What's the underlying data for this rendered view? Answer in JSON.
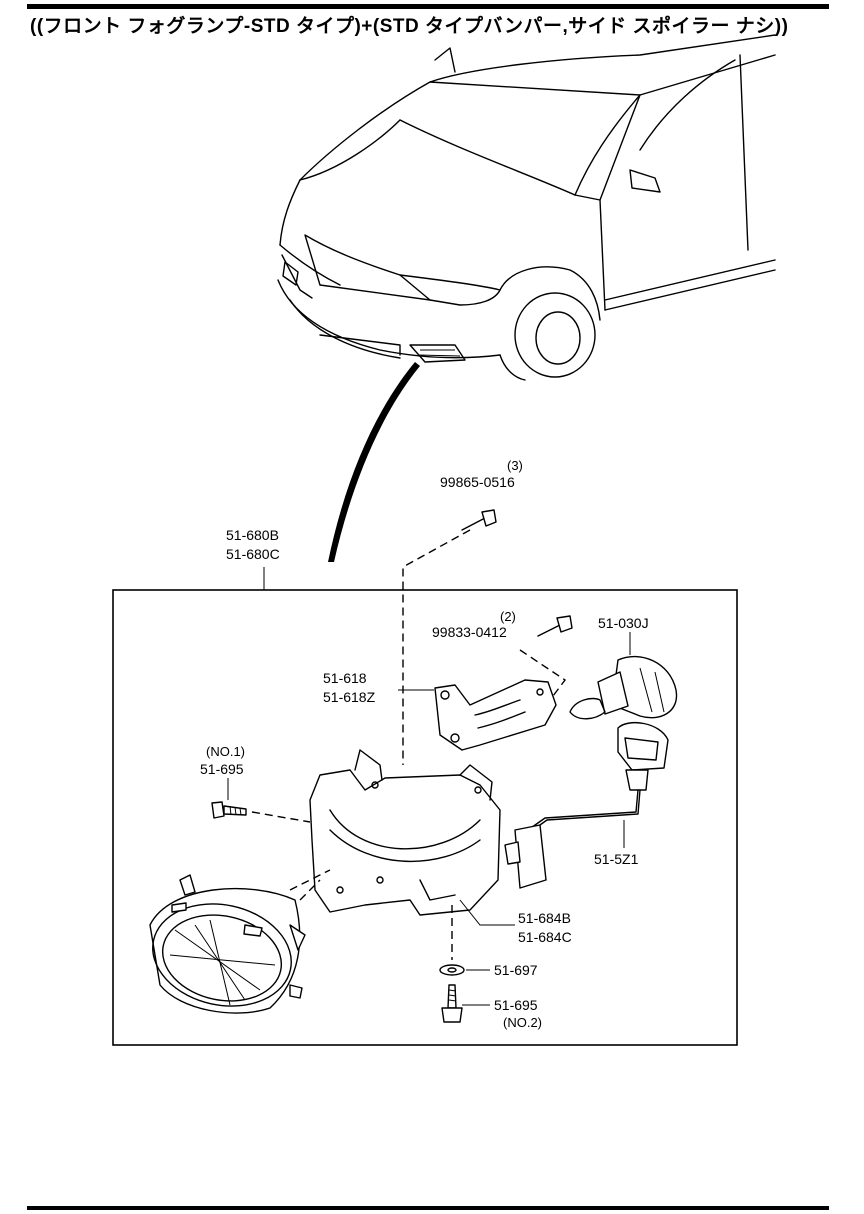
{
  "header": {
    "title": "((フロント フォグランプ-STD タイプ)+(STD タイプバンパー,サイド スポイラー ナシ))"
  },
  "callouts": {
    "assembly": {
      "line1": "51-680B",
      "line2": "51-680C"
    },
    "screw_top": {
      "qty": "(3)",
      "part": "99865-0516"
    },
    "screw_bracket": {
      "qty": "(2)",
      "part": "99833-0412"
    },
    "bulb": {
      "part": "51-030J"
    },
    "bracket": {
      "line1": "51-618",
      "line2": "51-618Z"
    },
    "bolt_no1": {
      "note": "(NO.1)",
      "part": "51-695"
    },
    "socket": {
      "part": "51-5Z1"
    },
    "housing": {
      "line1": "51-684B",
      "line2": "51-684C"
    },
    "washer": {
      "part": "51-697"
    },
    "bolt_no2": {
      "part": "51-695",
      "note": "(NO.2)"
    }
  }
}
